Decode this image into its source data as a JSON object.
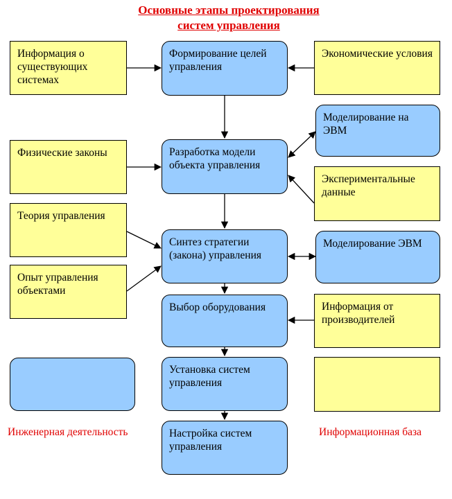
{
  "title": {
    "line1": "Основные этапы проектирования",
    "line2": "систем управления"
  },
  "center": [
    "Формирование целей управления",
    "Разработка модели объекта управления",
    "Синтез стратегии (закона) управления",
    "Выбор оборудования",
    "Установка систем управления",
    "Настройка систем управления"
  ],
  "left_inputs": [
    "Информация о существующих системах",
    "Физические законы",
    "Теория управления",
    "Опыт управления объектами"
  ],
  "right_inputs": {
    "economic": "Экономические условия",
    "modeling1": "Моделирование на ЭВМ",
    "experimental": "Экспериментальные данные",
    "modeling2": "Моделирование ЭВМ",
    "manufacturers": "Информация от производителей"
  },
  "legend": {
    "engineering": "Инженерная деятельность",
    "info_base": "Информационная база"
  }
}
